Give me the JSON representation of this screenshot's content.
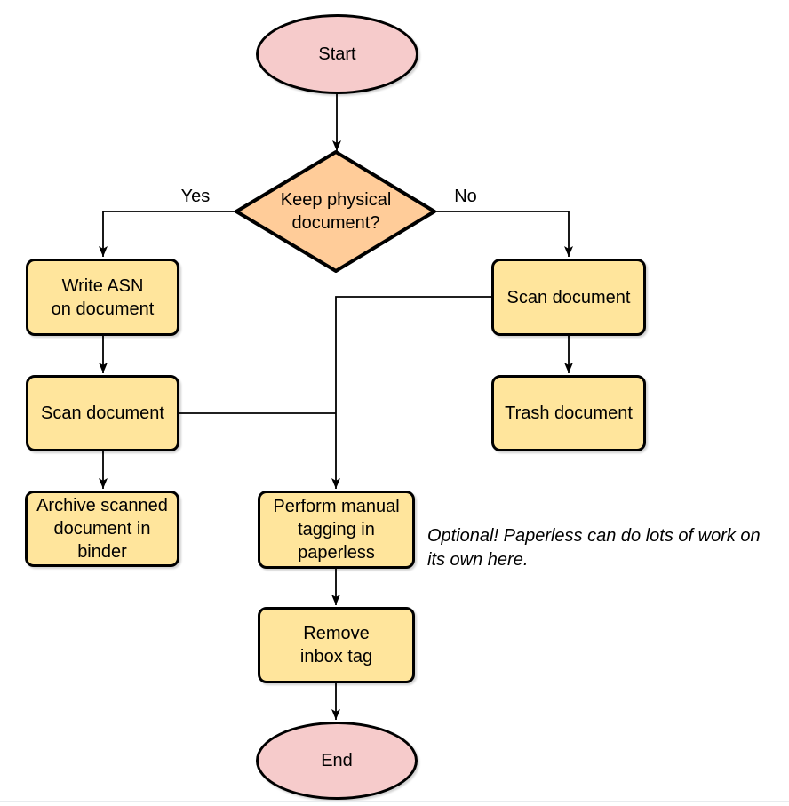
{
  "diagram": {
    "kind": "flowchart",
    "subject": "Paperless document scanning workflow"
  },
  "nodes": {
    "start": {
      "label": "Start",
      "shape": "terminator"
    },
    "decision": {
      "label": "Keep physical\ndocument?",
      "shape": "decision"
    },
    "write_asn": {
      "label": "Write ASN\non document",
      "shape": "process"
    },
    "scan_left": {
      "label": "Scan document",
      "shape": "process"
    },
    "archive": {
      "label": "Archive scanned\ndocument in\nbinder",
      "shape": "process"
    },
    "scan_right": {
      "label": "Scan document",
      "shape": "process"
    },
    "trash": {
      "label": "Trash document",
      "shape": "process"
    },
    "tagging": {
      "label": "Perform manual\ntagging in\npaperless",
      "shape": "process"
    },
    "remove_inbox": {
      "label": "Remove\ninbox tag",
      "shape": "process"
    },
    "end": {
      "label": "End",
      "shape": "terminator"
    }
  },
  "edge_labels": {
    "yes": "Yes",
    "no": "No"
  },
  "note": {
    "lines": [
      "Optional! Paperless can do lots of work on",
      "its own here."
    ]
  },
  "colors": {
    "terminator_fill": "#f6cbcb",
    "decision_fill": "#ffcc99",
    "process_fill": "#ffe59c",
    "stroke": "#000000",
    "background": "#ffffff"
  }
}
